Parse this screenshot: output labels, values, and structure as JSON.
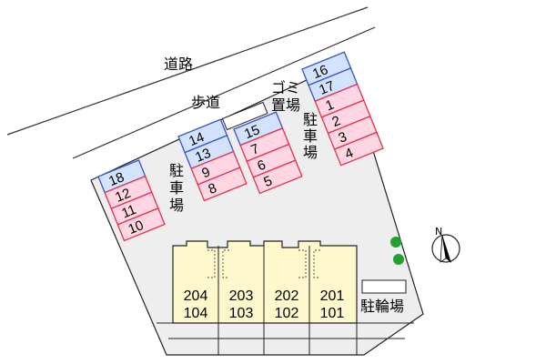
{
  "labels": {
    "road": "道路",
    "sidewalk": "歩道",
    "garbage_line1": "ゴミ",
    "garbage_line2": "置場",
    "parking_left": [
      "駐",
      "車",
      "場"
    ],
    "parking_right": [
      "駐",
      "車",
      "場"
    ],
    "bicycle_parking": "駐輪場",
    "north": "N"
  },
  "colors": {
    "blue_space": "#d3e3ff",
    "pink_space": "#ffd6e2",
    "blue_border": "#3355cc",
    "pink_border": "#e8304a",
    "building_fill": "#fff8cc",
    "site_fill": "#eeeeee",
    "tree": "#22a032"
  },
  "parking": {
    "left_group": [
      {
        "label": "18",
        "type": "blue"
      },
      {
        "label": "12",
        "type": "pink"
      },
      {
        "label": "11",
        "type": "pink"
      },
      {
        "label": "10",
        "type": "pink"
      }
    ],
    "middle_left_group": [
      {
        "label": "14",
        "type": "blue"
      },
      {
        "label": "13",
        "type": "blue"
      },
      {
        "label": "9",
        "type": "pink"
      },
      {
        "label": "8",
        "type": "pink"
      }
    ],
    "middle_right_group": [
      {
        "label": "15",
        "type": "blue"
      },
      {
        "label": "7",
        "type": "pink"
      },
      {
        "label": "6",
        "type": "pink"
      },
      {
        "label": "5",
        "type": "pink"
      }
    ],
    "right_group": [
      {
        "label": "16",
        "type": "blue"
      },
      {
        "label": "17",
        "type": "blue"
      },
      {
        "label": "1",
        "type": "pink"
      },
      {
        "label": "2",
        "type": "pink"
      },
      {
        "label": "3",
        "type": "pink"
      },
      {
        "label": "4",
        "type": "pink"
      }
    ]
  },
  "units": [
    {
      "upper": "204",
      "lower": "104"
    },
    {
      "upper": "203",
      "lower": "103"
    },
    {
      "upper": "202",
      "lower": "102"
    },
    {
      "upper": "201",
      "lower": "101"
    }
  ]
}
